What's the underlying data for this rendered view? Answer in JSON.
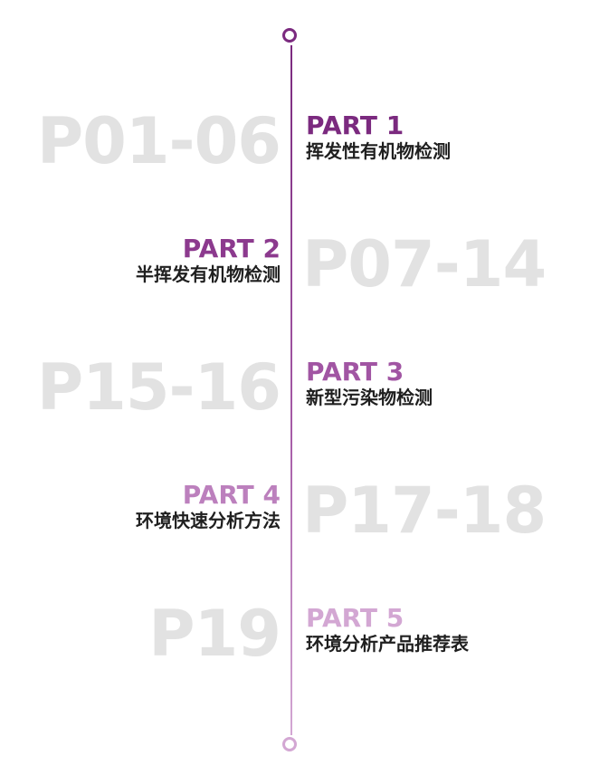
{
  "colors": {
    "part1": "#7b2a7f",
    "part2": "#8c3a8e",
    "part3": "#a155a3",
    "part4": "#bc80bd",
    "part5": "#d3a7d3",
    "pages": "#e2e2e2"
  },
  "items": [
    {
      "part": "PART 1",
      "title": "挥发性有机物检测",
      "pages": "P01-06"
    },
    {
      "part": "PART 2",
      "title": "半挥发有机物检测",
      "pages": "P07-14"
    },
    {
      "part": "PART 3",
      "title": "新型污染物检测",
      "pages": "P15-16"
    },
    {
      "part": "PART 4",
      "title": "环境快速分析方法",
      "pages": "P17-18"
    },
    {
      "part": "PART 5",
      "title": "环境分析产品推荐表",
      "pages": "P19"
    }
  ]
}
